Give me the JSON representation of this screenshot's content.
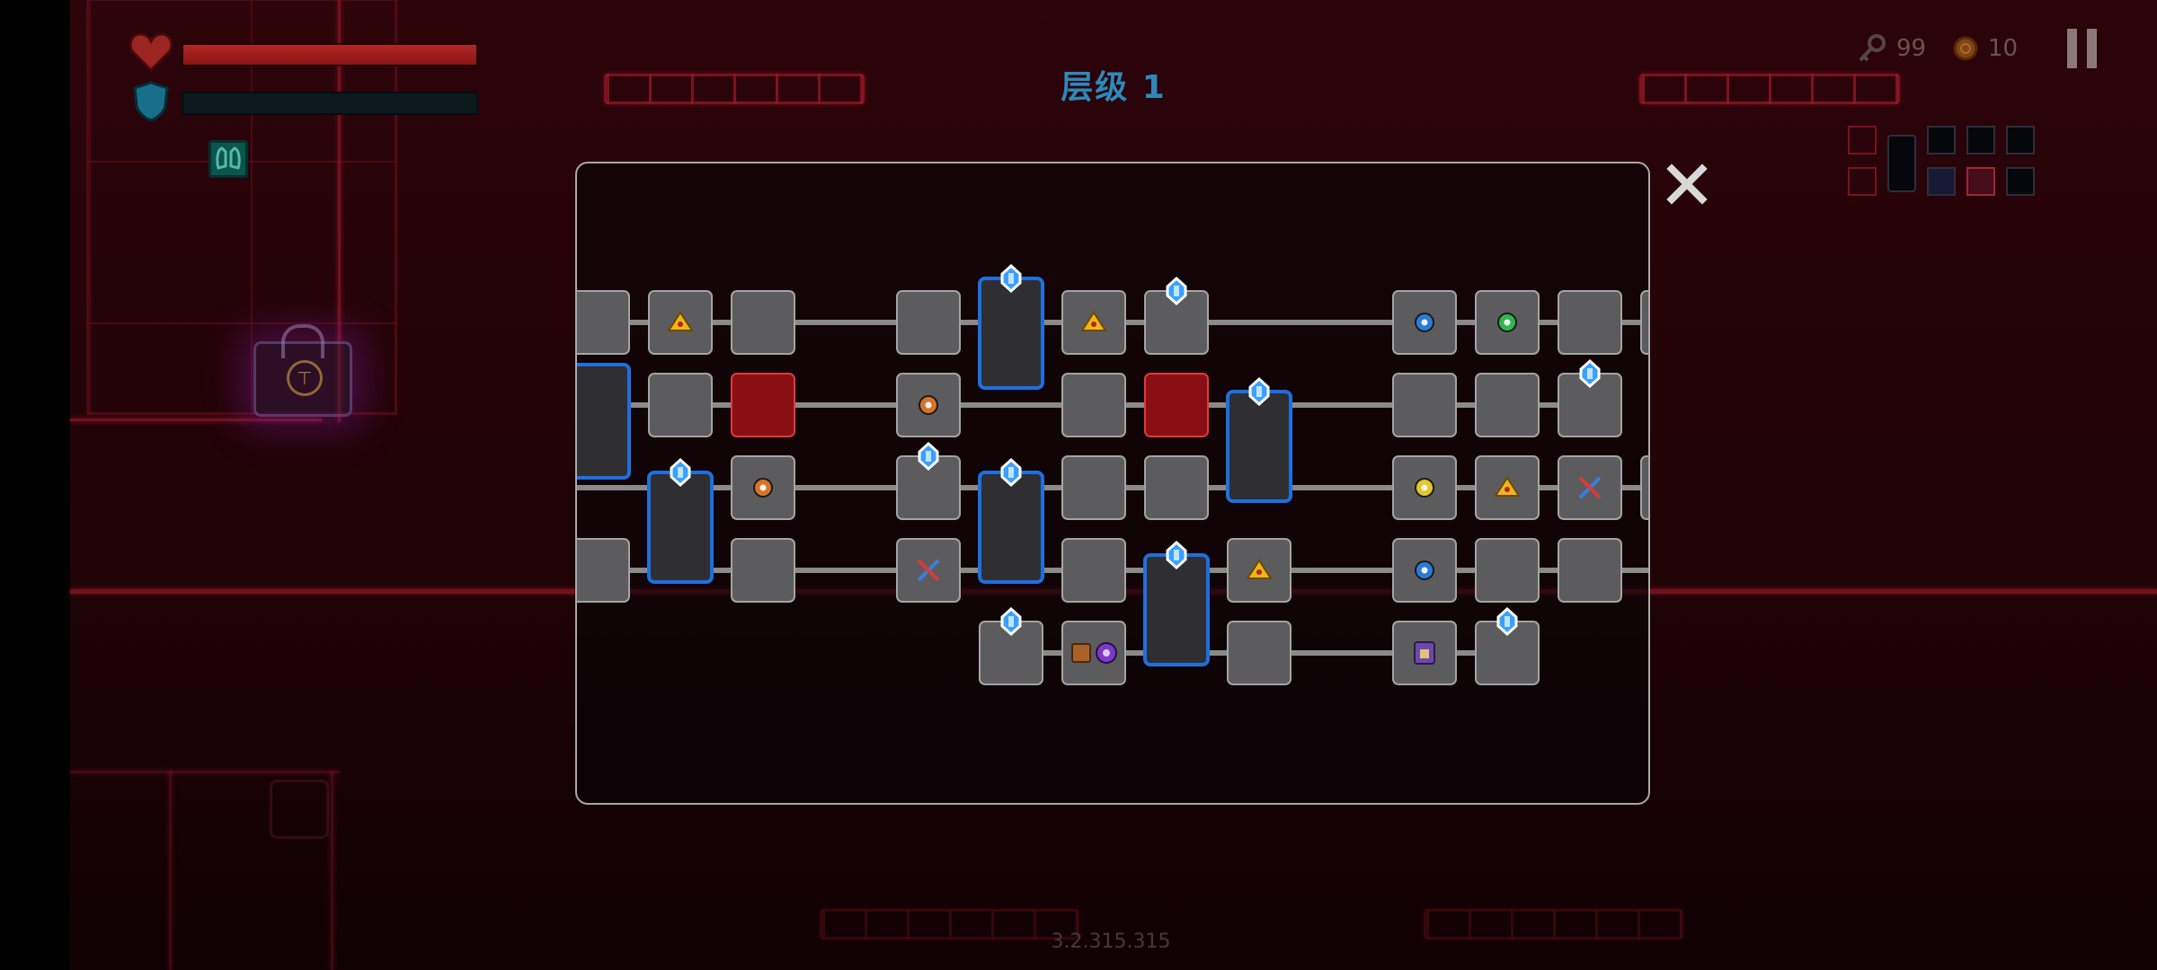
{
  "hud": {
    "health_fraction": 1.0,
    "shield_fraction": 0.0,
    "keys_count": "99",
    "coins_count": "10",
    "level_title": "层级 1",
    "version": "3.2.315.315",
    "icons": {
      "health": "heart-icon",
      "shield": "shield-icon",
      "buff": "lungs-buff-icon",
      "keys": "key-icon",
      "coins": "coin-icon",
      "pause": "pause-icon",
      "close": "close-x-icon"
    },
    "colors": {
      "health": "#d9262a",
      "shield": "#2c7fa6",
      "level_title": "#3ab0f0",
      "room_normal": "#5c5c5e",
      "room_tall": "#2e2e33",
      "room_tall_border": "#1e6fe0",
      "room_danger": "#8a0f14",
      "gem_marker": "#3aa0ff"
    }
  },
  "map": {
    "rooms": [
      {
        "col": 0,
        "row": 0,
        "type": "normal",
        "icon": ""
      },
      {
        "col": 1,
        "row": 0,
        "type": "normal",
        "icon": "shop-triangle-icon"
      },
      {
        "col": 2,
        "row": 0,
        "type": "normal",
        "icon": ""
      },
      {
        "col": 4,
        "row": 0,
        "type": "normal",
        "icon": ""
      },
      {
        "col": 5,
        "row": 0,
        "type": "tall",
        "icon": "",
        "gem": true
      },
      {
        "col": 6,
        "row": 0,
        "type": "normal",
        "icon": "shop-triangle-icon"
      },
      {
        "col": 7,
        "row": 0,
        "type": "normal",
        "icon": "",
        "gem": true
      },
      {
        "col": 10,
        "row": 0,
        "type": "normal",
        "icon": "blue-orb-icon"
      },
      {
        "col": 11,
        "row": 0,
        "type": "normal",
        "icon": "green-orb-icon"
      },
      {
        "col": 12,
        "row": 0,
        "type": "normal",
        "icon": ""
      },
      {
        "col": 13,
        "row": 0,
        "type": "normal",
        "icon": "",
        "gem": true
      },
      {
        "col": 0,
        "row": 1,
        "type": "tall-edge",
        "icon": ""
      },
      {
        "col": 1,
        "row": 1,
        "type": "normal",
        "icon": ""
      },
      {
        "col": 2,
        "row": 1,
        "type": "danger",
        "icon": ""
      },
      {
        "col": 4,
        "row": 1,
        "type": "normal",
        "icon": "orange-orb-icon"
      },
      {
        "col": 6,
        "row": 1,
        "type": "normal",
        "icon": ""
      },
      {
        "col": 7,
        "row": 1,
        "type": "danger",
        "icon": ""
      },
      {
        "col": 8,
        "row": 1,
        "type": "tall",
        "icon": "",
        "gem": true
      },
      {
        "col": 10,
        "row": 1,
        "type": "normal",
        "icon": ""
      },
      {
        "col": 11,
        "row": 1,
        "type": "normal",
        "icon": ""
      },
      {
        "col": 12,
        "row": 1,
        "type": "normal",
        "icon": "",
        "gem": true
      },
      {
        "col": 1,
        "row": 2,
        "type": "tall",
        "icon": "",
        "gem": true
      },
      {
        "col": 2,
        "row": 2,
        "type": "normal",
        "icon": "orange-orb-icon"
      },
      {
        "col": 4,
        "row": 2,
        "type": "normal",
        "icon": "",
        "gem": true
      },
      {
        "col": 5,
        "row": 2,
        "type": "tall",
        "icon": "",
        "gem": true
      },
      {
        "col": 6,
        "row": 2,
        "type": "normal",
        "icon": ""
      },
      {
        "col": 7,
        "row": 2,
        "type": "normal",
        "icon": ""
      },
      {
        "col": 10,
        "row": 2,
        "type": "normal",
        "icon": "yellow-orb-icon"
      },
      {
        "col": 11,
        "row": 2,
        "type": "normal",
        "icon": "shop-triangle-icon"
      },
      {
        "col": 12,
        "row": 2,
        "type": "normal",
        "icon": "crossed-swords-icon"
      },
      {
        "col": 13,
        "row": 2,
        "type": "normal",
        "icon": ""
      },
      {
        "col": 0,
        "row": 3,
        "type": "normal",
        "icon": ""
      },
      {
        "col": 2,
        "row": 3,
        "type": "normal",
        "icon": ""
      },
      {
        "col": 4,
        "row": 3,
        "type": "normal",
        "icon": "crossed-swords-icon"
      },
      {
        "col": 6,
        "row": 3,
        "type": "normal",
        "icon": ""
      },
      {
        "col": 7,
        "row": 3,
        "type": "tall",
        "icon": "",
        "gem": true
      },
      {
        "col": 8,
        "row": 3,
        "type": "normal",
        "icon": "shop-triangle-icon"
      },
      {
        "col": 10,
        "row": 3,
        "type": "normal",
        "icon": "blue-orb-icon"
      },
      {
        "col": 11,
        "row": 3,
        "type": "normal",
        "icon": ""
      },
      {
        "col": 12,
        "row": 3,
        "type": "normal",
        "icon": ""
      },
      {
        "col": 5,
        "row": 4,
        "type": "normal",
        "icon": "",
        "gem": true
      },
      {
        "col": 6,
        "row": 4,
        "type": "normal",
        "icon": "chest-and-boss-icon"
      },
      {
        "col": 8,
        "row": 4,
        "type": "normal",
        "icon": ""
      },
      {
        "col": 10,
        "row": 4,
        "type": "normal",
        "icon": "locked-chest-icon"
      },
      {
        "col": 11,
        "row": 4,
        "type": "normal",
        "icon": "",
        "gem": true
      }
    ],
    "corridors": [
      {
        "row": 0,
        "from": 0,
        "to": 13
      },
      {
        "row": 1,
        "from": 0,
        "to": 12
      },
      {
        "row": 2,
        "from": 0,
        "to": 13
      },
      {
        "row": 3,
        "from": 0,
        "to": 13
      },
      {
        "row": 4,
        "from": 5,
        "to": 11
      }
    ]
  },
  "minimap": {
    "cells": [
      {
        "c": 0,
        "r": 0,
        "kind": "red"
      },
      {
        "c": 1,
        "r": 0,
        "kind": "tall"
      },
      {
        "c": 2,
        "r": 0,
        "kind": "dark"
      },
      {
        "c": 3,
        "r": 0,
        "kind": "dark"
      },
      {
        "c": 4,
        "r": 0,
        "kind": "dark"
      },
      {
        "c": 0,
        "r": 1,
        "kind": "red"
      },
      {
        "c": 2,
        "r": 1,
        "kind": "icon"
      },
      {
        "c": 3,
        "r": 1,
        "kind": "icon-red"
      },
      {
        "c": 4,
        "r": 1,
        "kind": "dark"
      }
    ]
  }
}
